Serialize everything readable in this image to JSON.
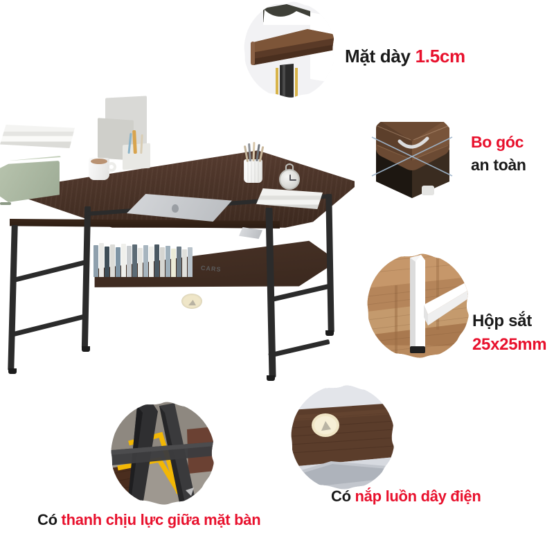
{
  "page": {
    "type": "product-feature-infographic",
    "background_color": "#ffffff",
    "language": "vi",
    "accent_red": "#e8112d",
    "text_dark": "#1a1a1a"
  },
  "product": {
    "name": "desk",
    "top_color": "#4a3327",
    "frame_color": "#2b2b2b",
    "items": [
      {
        "name": "desk-organizer",
        "label": ""
      },
      {
        "name": "coffee-mug",
        "label": ""
      },
      {
        "name": "laptop",
        "label": ""
      },
      {
        "name": "cable-grommet",
        "label": ""
      },
      {
        "name": "pen-holder",
        "label": ""
      },
      {
        "name": "book-stack",
        "label": ""
      },
      {
        "name": "desk-clock",
        "label": ""
      },
      {
        "name": "smartphone",
        "label": ""
      },
      {
        "name": "storage-box",
        "label": ""
      },
      {
        "name": "shelf-books",
        "label": "CARS"
      }
    ]
  },
  "callouts": [
    {
      "id": "thickness",
      "badge_name": "desk-edge-thickness-photo",
      "lines": [
        {
          "parts": [
            {
              "text": "Mặt dày",
              "color": "dark"
            },
            {
              "text": "1.5cm",
              "color": "red"
            }
          ]
        }
      ]
    },
    {
      "id": "rounded-corner",
      "badge_name": "rounded-corner-photo",
      "lines": [
        {
          "parts": [
            {
              "text": "Bo góc",
              "color": "red"
            }
          ]
        },
        {
          "parts": [
            {
              "text": "an toàn",
              "color": "dark"
            }
          ]
        }
      ]
    },
    {
      "id": "steel-tube",
      "badge_name": "steel-leg-photo",
      "lines": [
        {
          "parts": [
            {
              "text": "Hộp sắt",
              "color": "dark"
            }
          ]
        },
        {
          "parts": [
            {
              "text": "25x25mm",
              "color": "red"
            }
          ]
        }
      ]
    },
    {
      "id": "cable-cover",
      "badge_name": "cable-grommet-photo",
      "lines": [
        {
          "parts": [
            {
              "text": "Có",
              "color": "dark"
            },
            {
              "text": "nắp luồn dây điện",
              "color": "red"
            }
          ]
        }
      ]
    },
    {
      "id": "support-bar",
      "badge_name": "support-bar-photo",
      "lines": [
        {
          "parts": [
            {
              "text": "Có",
              "color": "dark"
            },
            {
              "text": "thanh chịu lực giữa mặt bàn",
              "color": "red"
            }
          ]
        }
      ]
    }
  ]
}
